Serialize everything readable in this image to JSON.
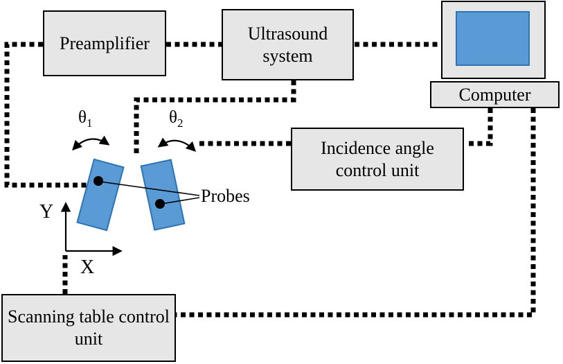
{
  "diagram": {
    "boxes": {
      "preamplifier": {
        "label": "Preamplifier"
      },
      "ultrasound_system": {
        "label": "Ultrasound system"
      },
      "computer": {
        "label": "Computer"
      },
      "incidence_angle": {
        "label": "Incidence angle control unit"
      },
      "scanning_table": {
        "label": "Scanning table control unit"
      }
    },
    "annotations": {
      "theta1": {
        "symbol": "θ",
        "subscript": "1"
      },
      "theta2": {
        "symbol": "θ",
        "subscript": "2"
      },
      "probes_label": "Probes",
      "axis_x": "X",
      "axis_y": "Y"
    },
    "colors": {
      "box_fill": "#e7e6e6",
      "box_border": "#000000",
      "probe_fill": "#5b9bd5",
      "probe_border": "#2e75b6",
      "computer_screen": "#5b9bd5",
      "connector": "#000000"
    }
  }
}
